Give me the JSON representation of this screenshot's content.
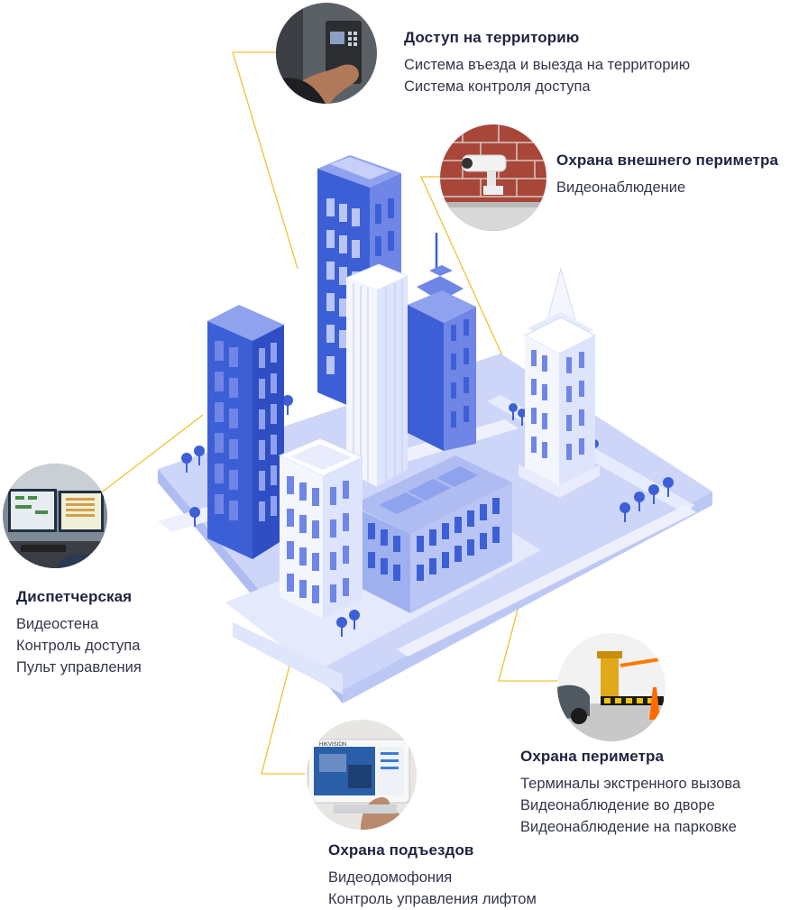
{
  "sections": {
    "access": {
      "title": "Доступ на территорию",
      "lines": [
        "Система въезда и выезда на территорию",
        "Система контроля доступа"
      ],
      "photo_icon": "keypad-access-icon"
    },
    "outer_perimeter": {
      "title": "Охрана внешнего периметра",
      "lines": [
        "Видеонаблюдение"
      ],
      "photo_icon": "bullet-camera-icon"
    },
    "dispatch": {
      "title": "Диспетчерская",
      "lines": [
        "Видеостена",
        "Контроль доступа",
        "Пульт управления"
      ],
      "photo_icon": "monitors-icon"
    },
    "perimeter": {
      "title": "Охрана периметра",
      "lines": [
        "Терминалы экстренного вызова",
        "Видеонаблюдение во дворе",
        "Видеонаблюдение на парковке"
      ],
      "photo_icon": "barrier-gate-icon"
    },
    "entrances": {
      "title": "Охрана подъездов",
      "lines": [
        "Видеодомофония",
        "Контроль управления лифтом"
      ],
      "photo_icon": "intercom-screen-icon",
      "screen_brand": "HIKVISION"
    }
  },
  "colors": {
    "leader_line": "#f2c230",
    "building_dark": "#3d5fd6",
    "building_mid": "#6f86e6",
    "building_light": "#b9c6f5",
    "building_white": "#eef1fd",
    "ground": "#d7defa",
    "heading": "#1f2340"
  }
}
